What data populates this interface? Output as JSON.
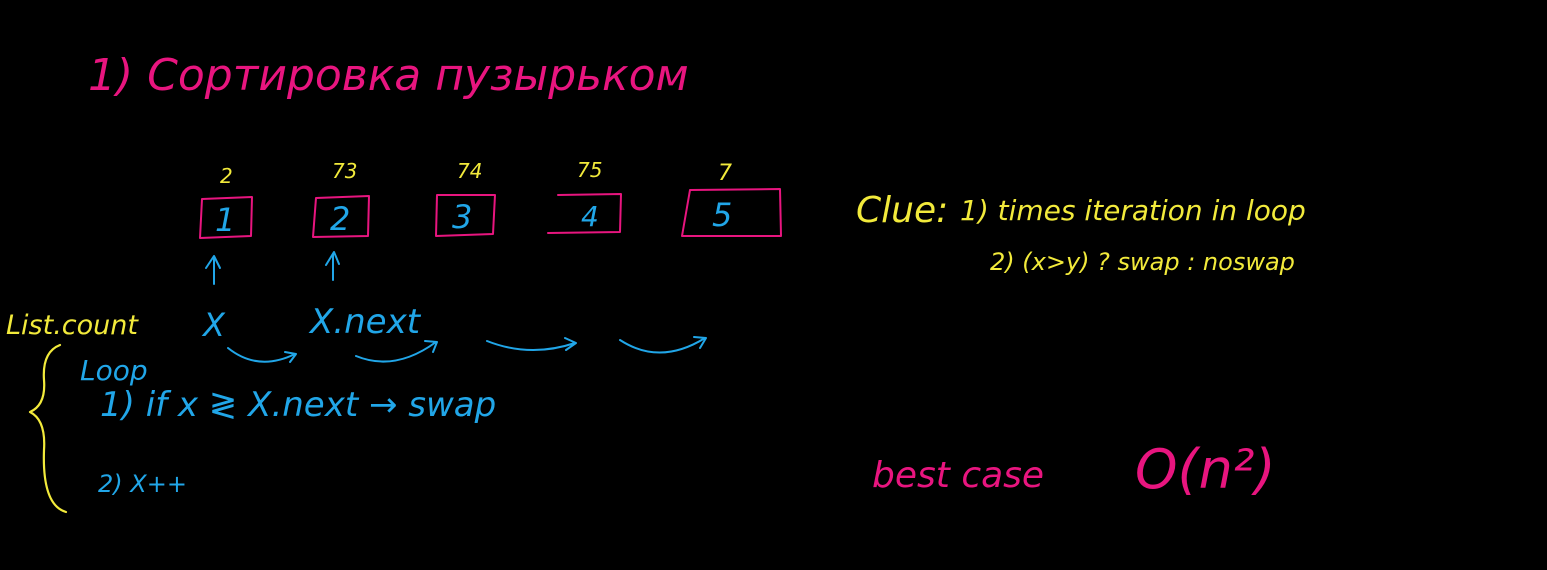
{
  "title": "1) Сортировка пузырьком",
  "array": {
    "cells": [
      {
        "value": "1",
        "above": "2"
      },
      {
        "value": "2",
        "above": "73"
      },
      {
        "value": "3",
        "above": "74"
      },
      {
        "value": "4",
        "above": "75"
      },
      {
        "value": "5",
        "above": "7"
      }
    ]
  },
  "pointers": {
    "x": "X",
    "x_next": "X.next"
  },
  "list_count": "List.count",
  "loop": {
    "label": "Loop",
    "step1": "1) if  x ≷ X.next  →  swap",
    "step2": "2) X++"
  },
  "clue": {
    "label": "Clue:",
    "line1": "1) times iteration in loop",
    "line2": "2) (x>y) ? swap : noswap"
  },
  "complexity": {
    "label": "best case",
    "value": "O(n²)"
  },
  "colors": {
    "background": "#000000",
    "pink": "#e8157f",
    "blue": "#21a6e8",
    "yellow": "#f2ea3b"
  }
}
